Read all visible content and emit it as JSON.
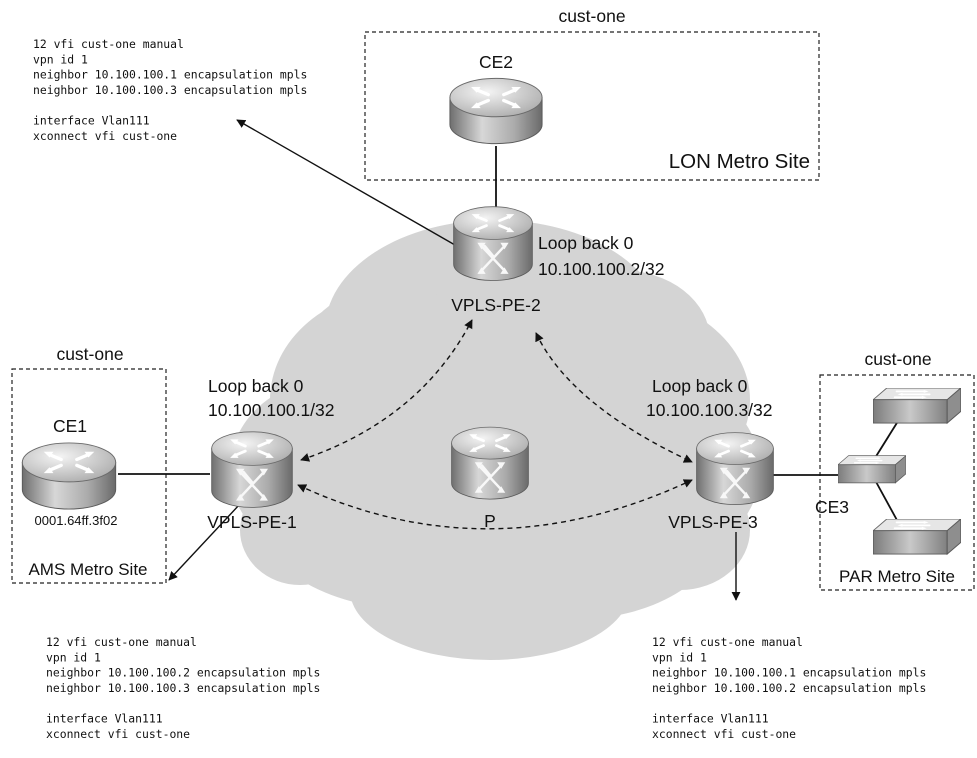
{
  "sites": {
    "lon": {
      "group": "cust-one",
      "name": "LON Metro Site",
      "ce": "CE2"
    },
    "ams": {
      "group": "cust-one",
      "name": "AMS Metro Site",
      "ce": "CE1",
      "mac": "0001.64ff.3f02"
    },
    "par": {
      "group": "cust-one",
      "name": "PAR Metro Site",
      "ce": "CE3"
    }
  },
  "routers": {
    "pe2": {
      "name": "VPLS-PE-2",
      "loopback": "Loop back 0",
      "address": "10.100.100.2/32"
    },
    "pe1": {
      "name": "VPLS-PE-1",
      "loopback": "Loop back 0",
      "address": "10.100.100.1/32"
    },
    "pe3": {
      "name": "VPLS-PE-3",
      "loopback": "Loop back 0",
      "address": "10.100.100.3/32"
    },
    "p": {
      "name": "P"
    }
  },
  "configs": {
    "pe2": [
      "12 vfi cust-one manual",
      " vpn id 1",
      " neighbor 10.100.100.1 encapsulation mpls",
      " neighbor 10.100.100.3 encapsulation mpls",
      "",
      " interface Vlan111",
      " xconnect vfi cust-one"
    ],
    "pe1": [
      "12 vfi cust-one manual",
      " vpn id 1",
      " neighbor 10.100.100.2 encapsulation mpls",
      " neighbor 10.100.100.3 encapsulation mpls",
      "",
      " interface Vlan111",
      " xconnect vfi cust-one"
    ],
    "pe3": [
      "12 vfi cust-one manual",
      " vpn id 1",
      " neighbor 10.100.100.1 encapsulation mpls",
      " neighbor 10.100.100.2 encapsulation mpls",
      "",
      " interface Vlan111",
      " xconnect vfi cust-one"
    ]
  },
  "icons": {
    "router": "router-icon",
    "vpls_router": "vpls-router-icon",
    "switch": "switch-icon"
  },
  "colors": {
    "cloud": "#d4d4d4",
    "icon_light": "#e8e8e8",
    "icon_dark": "#8a8a8a",
    "line": "#111111"
  }
}
